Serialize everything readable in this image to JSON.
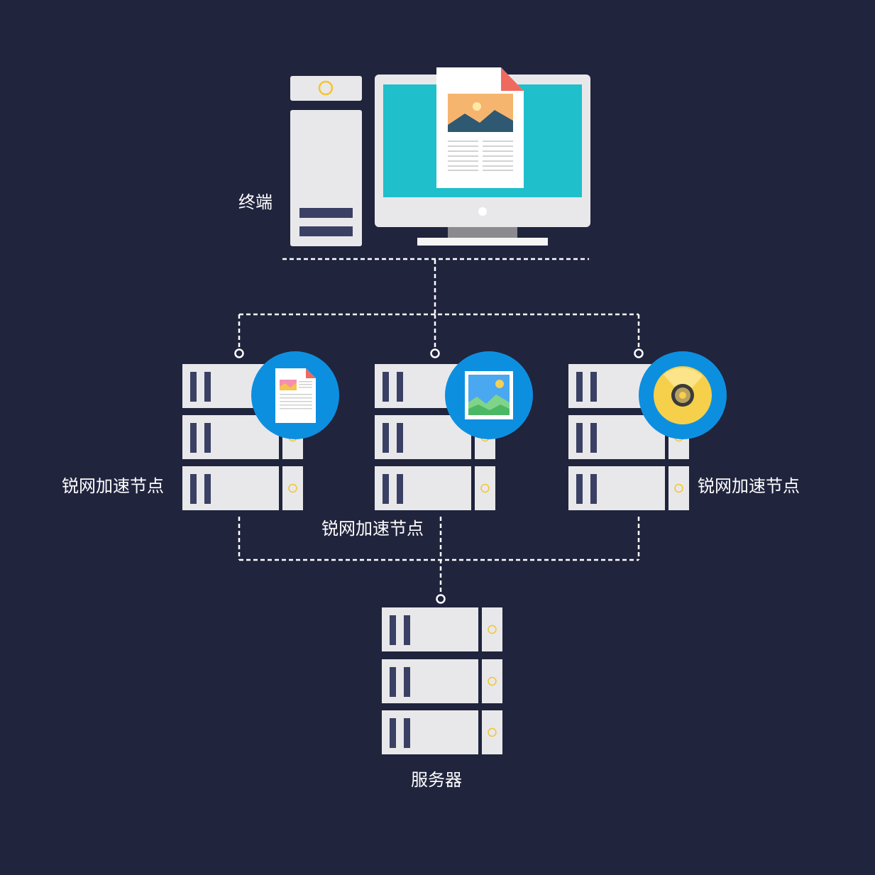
{
  "labels": {
    "terminal": "终端",
    "node_left": "锐网加速节点",
    "node_center": "锐网加速节点",
    "node_right": "锐网加速节点",
    "server": "服务器"
  },
  "colors": {
    "background": "#20243d",
    "device_body": "#e8e8ea",
    "device_dark": "#3a4064",
    "screen": "#1fbfcb",
    "badge": "#0d8fe0",
    "indicator": "#f4c430",
    "connector": "#ffffff"
  },
  "icons": {
    "node_left_badge": "document-icon",
    "node_center_badge": "image-icon",
    "node_right_badge": "disc-icon"
  }
}
